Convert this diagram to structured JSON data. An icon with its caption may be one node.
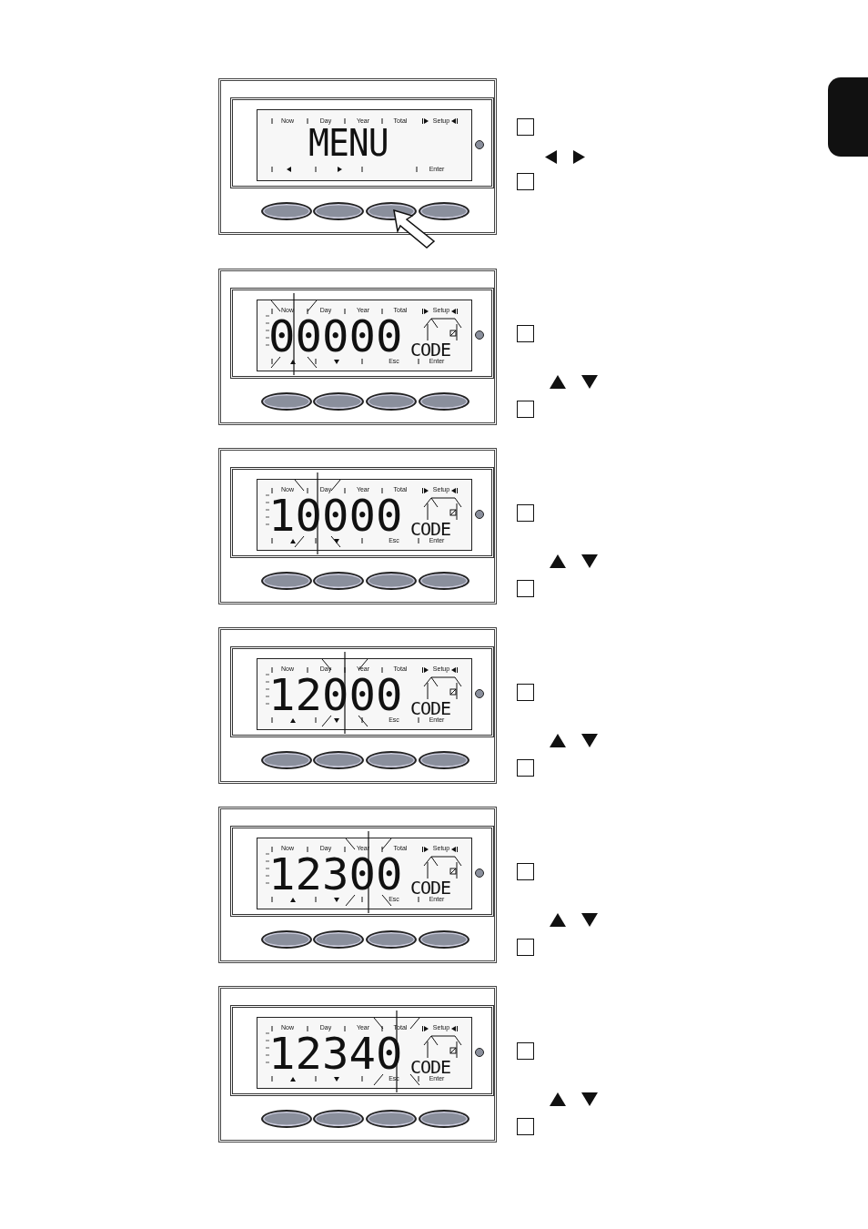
{
  "diagram": {
    "nodes": [
      {
        "text": [],
        "shape": "box"
      }
    ],
    "labels": [
      "Now",
      "Day",
      "Year",
      "Total",
      "Setup",
      "MENU",
      "Enter",
      "Now",
      "Day",
      "Year",
      "Total",
      "Setup",
      "00000",
      "CODE",
      "Esc",
      "Enter",
      "Now",
      "Day",
      "Year",
      "Total",
      "Setup",
      "10000",
      "CODE",
      "Esc",
      "Enter",
      "Now",
      "Day",
      "Year",
      "Total",
      "Setup",
      "12000",
      "CODE",
      "Esc",
      "Enter",
      "Now",
      "Day",
      "Year",
      "Total",
      "Setup",
      "12300",
      "CODE",
      "Esc",
      "Enter",
      "Now",
      "Day",
      "Year",
      "Total",
      "Setup",
      "12340",
      "CODE",
      "Esc",
      "Enter"
    ]
  }
}
